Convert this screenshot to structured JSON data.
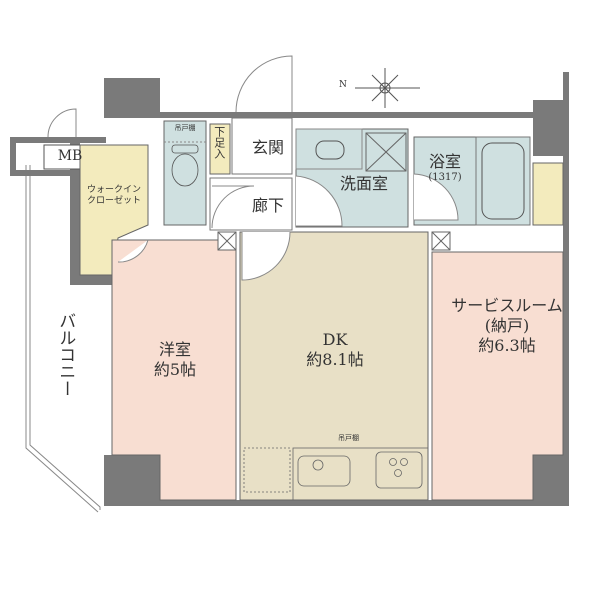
{
  "floorplan": {
    "compass": {
      "label": "N"
    },
    "colors": {
      "wall": "#7a7a7a",
      "western_room": "#f8ded2",
      "dk": "#e8e0c6",
      "wet_area": "#cfe0e0",
      "storage": "#f3ebbd",
      "outline": "#555555"
    },
    "rooms": {
      "mb": {
        "label": "MB"
      },
      "walk_in_closet": {
        "line1": "ウォークイン",
        "line2": "クローゼット"
      },
      "toilet_shelf": {
        "label": "吊戸棚"
      },
      "shoe_box": {
        "label": "下足入"
      },
      "entrance": {
        "label": "玄関"
      },
      "hallway": {
        "label": "廊下"
      },
      "washroom": {
        "label": "洗面室"
      },
      "bathroom": {
        "label": "浴室",
        "size": "(1317)"
      },
      "western_room": {
        "label": "洋室",
        "size": "約5帖"
      },
      "dk": {
        "label": "DK",
        "size": "約8.1帖"
      },
      "service_room": {
        "label": "サービスルーム",
        "sub": "(納戸)",
        "size": "約6.3帖"
      },
      "kitchen_shelf": {
        "label": "吊戸棚"
      },
      "balcony": {
        "label": "バルコニー"
      }
    }
  }
}
